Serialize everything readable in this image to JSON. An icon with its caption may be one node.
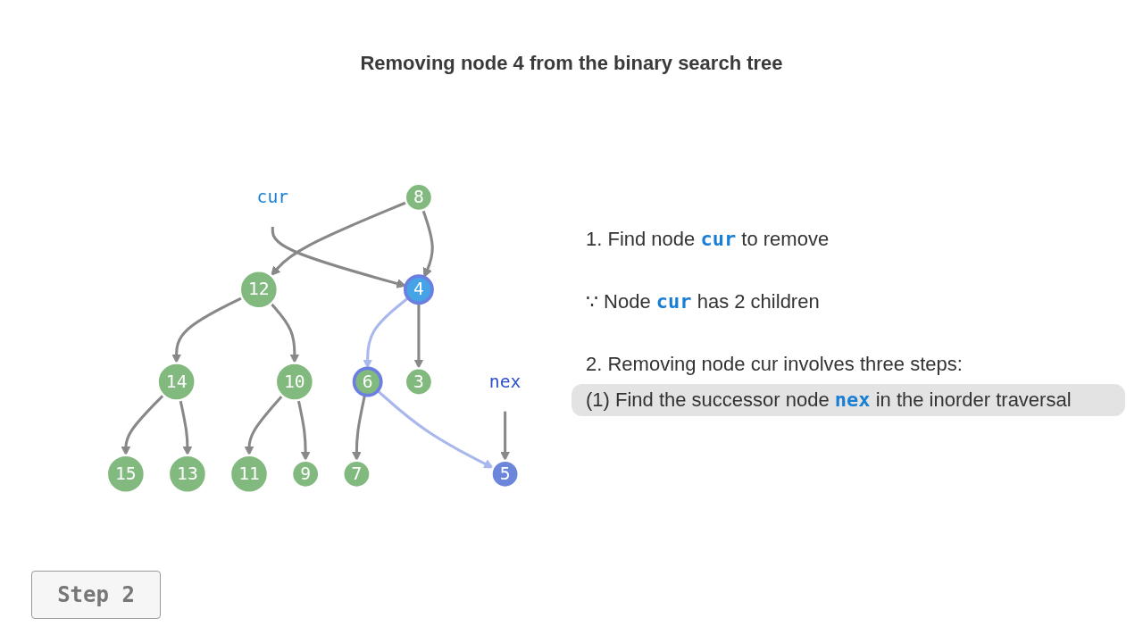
{
  "diagram": {
    "title": "Removing node 4 from the binary search tree",
    "nodes": [
      {
        "text": [
          "8"
        ]
      },
      {
        "text": [
          "4"
        ]
      },
      {
        "text": [
          "12"
        ]
      },
      {
        "text": [
          "3"
        ]
      },
      {
        "text": [
          "6"
        ]
      },
      {
        "text": [
          "10"
        ]
      },
      {
        "text": [
          "14"
        ]
      },
      {
        "text": [
          "5"
        ]
      },
      {
        "text": [
          "7"
        ]
      },
      {
        "text": [
          "9"
        ]
      },
      {
        "text": [
          "11"
        ]
      },
      {
        "text": [
          "13"
        ]
      },
      {
        "text": [
          "15"
        ]
      },
      {
        "text": [
          "cur"
        ]
      },
      {
        "text": [
          "nex"
        ]
      }
    ],
    "edges": [
      {
        "from": 0,
        "to": 1,
        "arrow": "to"
      },
      {
        "from": 0,
        "to": 2,
        "arrow": "to"
      },
      {
        "from": 1,
        "to": 3,
        "arrow": "to"
      },
      {
        "from": 1,
        "to": 4,
        "arrow": "to",
        "color": "#a9b8ec"
      },
      {
        "from": 2,
        "to": 5,
        "arrow": "to"
      },
      {
        "from": 2,
        "to": 6,
        "arrow": "to"
      },
      {
        "from": 4,
        "to": 7,
        "arrow": "to",
        "color": "#a9b8ec"
      },
      {
        "from": 4,
        "to": 8,
        "arrow": "to"
      },
      {
        "from": 5,
        "to": 9,
        "arrow": "to"
      },
      {
        "from": 5,
        "to": 10,
        "arrow": "to"
      },
      {
        "from": 6,
        "to": 11,
        "arrow": "to"
      },
      {
        "from": 6,
        "to": 12,
        "arrow": "to"
      },
      {
        "from": 13,
        "to": 1,
        "arrow": "to"
      },
      {
        "from": 14,
        "to": 7,
        "arrow": "to"
      }
    ],
    "labels": [
      "1. Find node **cur** to remove",
      "∵ Node **cur** has 2 children",
      "2. Removing node cur involves three steps:",
      "(1) Find the successor node **nex** in the inorder traversal",
      "Step 2"
    ]
  }
}
